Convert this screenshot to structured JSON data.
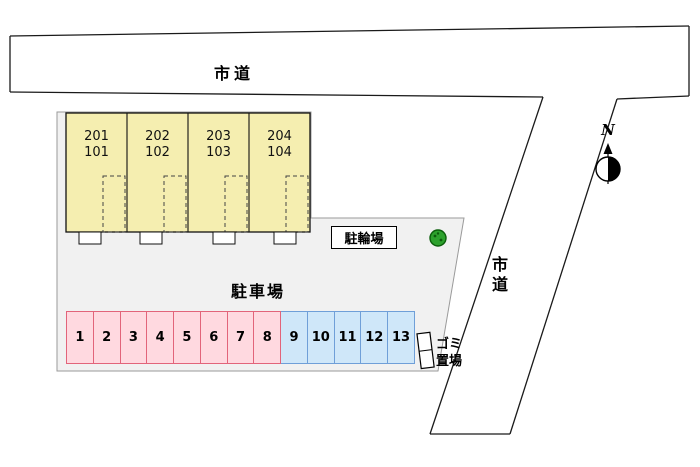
{
  "roads": {
    "top": {
      "label": "市道"
    },
    "side": {
      "label": "市道"
    }
  },
  "compass": {
    "label": "N"
  },
  "building": {
    "units": [
      {
        "upper": "201",
        "lower": "101"
      },
      {
        "upper": "202",
        "lower": "102"
      },
      {
        "upper": "203",
        "lower": "103"
      },
      {
        "upper": "204",
        "lower": "104"
      }
    ]
  },
  "bicycle_parking": {
    "label": "駐輪場"
  },
  "parking": {
    "label": "駐車場",
    "spaces": [
      {
        "number": "1",
        "zone": "pink"
      },
      {
        "number": "2",
        "zone": "pink"
      },
      {
        "number": "3",
        "zone": "pink"
      },
      {
        "number": "4",
        "zone": "pink"
      },
      {
        "number": "5",
        "zone": "pink"
      },
      {
        "number": "6",
        "zone": "pink"
      },
      {
        "number": "7",
        "zone": "pink"
      },
      {
        "number": "8",
        "zone": "pink"
      },
      {
        "number": "9",
        "zone": "blue"
      },
      {
        "number": "10",
        "zone": "blue"
      },
      {
        "number": "11",
        "zone": "blue"
      },
      {
        "number": "12",
        "zone": "blue"
      },
      {
        "number": "13",
        "zone": "blue"
      }
    ]
  },
  "garbage": {
    "line1": "ゴミ",
    "line2": "置場"
  },
  "colors": {
    "unit_fill": "#f5eeb0",
    "pink_fill": "#ffd9e0",
    "pink_border": "#e2647a",
    "blue_fill": "#cfe7f9",
    "blue_border": "#6f9fd8",
    "parcel_fill": "#f1f1f1",
    "tree_green": "#2da12d"
  }
}
